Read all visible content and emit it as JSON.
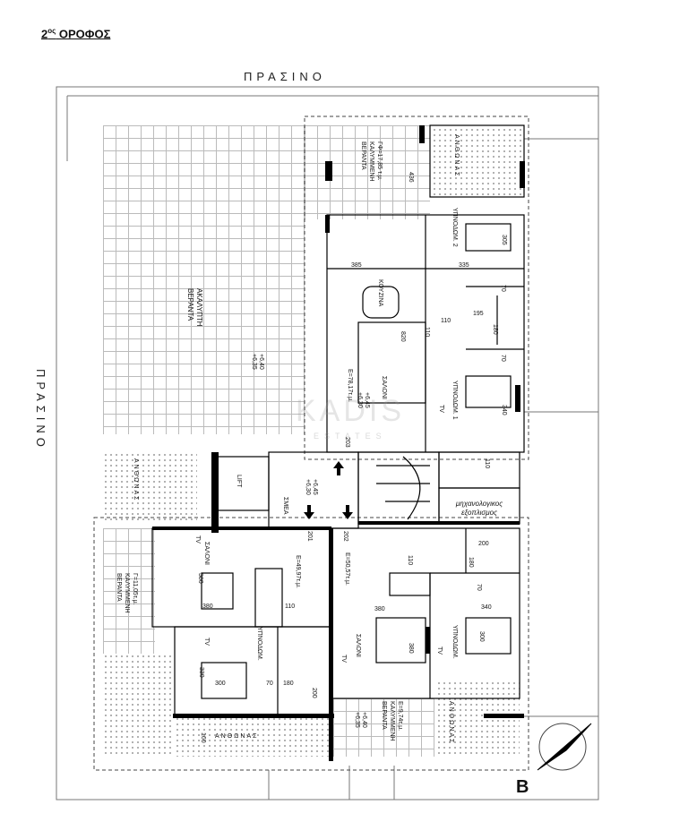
{
  "title": {
    "main": "2",
    "superscript": "ος",
    "rest": " ΟΡΟΦΟΣ"
  },
  "surroundings": {
    "top": "ΠΡΑΣΙΝΟ",
    "left": "ΠΡΑΣΙΝΟ",
    "north_marker": "B"
  },
  "watermark": {
    "brand": "KADIS",
    "sub": "ESTATES"
  },
  "common": {
    "uncovered_terrace": [
      "ΑΚΑΛΥΠΤΗ",
      "ΒΕΡΑΝΤΑ"
    ],
    "terrace_level": [
      "+6,40",
      "+6,35"
    ],
    "garden_left": "ΑΝΘΩΝΑΣ",
    "lift": "LIFT",
    "corridor_level": [
      "+6,45",
      "+6,30"
    ],
    "stretcher": "ΣΜΕΑ",
    "mechanical": [
      "μηχανολογικος",
      "εξοπλισμος"
    ],
    "door_201": "201",
    "door_202": "202",
    "door_203": "203"
  },
  "apt_203": {
    "covered_terrace": [
      "ΓΦ=17,85 τ.μ.",
      "ΚΑΛΥΜΜΕΝΗ",
      "ΒΕΡΑΝΤΑ"
    ],
    "dim_436": "436",
    "garden": "ΑΝΘΩΝΑΣ",
    "bedroom2": "ΥΠΝΟΔΩΜ. 2",
    "dim_305": "305",
    "dim_385": "385",
    "dim_335": "335",
    "kitchen": "ΚΟΥΖΙΝΑ",
    "dim_820": "820",
    "dim_110a": "110",
    "dim_110b": "110",
    "dim_195": "195",
    "dim_180": "180",
    "dim_70a": "70",
    "dim_70b": "70",
    "bedroom1": "ΥΠΝΟΔΩΜ. 1",
    "dim_340": "340",
    "living": "ΣΑΛΟΝΙ",
    "area": "Ε=78,17τ.μ.",
    "level": [
      "+6,45",
      "+6,30"
    ],
    "tv": "TV",
    "dim_110c": "110"
  },
  "apt_201": {
    "living": "ΣΑΛΟΝΙ",
    "dim_380v": "380",
    "tv": "TV",
    "area": "Ε=49,97τ.μ.",
    "dim_380h": "380",
    "dim_110": "110",
    "covered_terrace": [
      "Γ=11,05τ.μ.",
      "ΚΑΛΥΜΜΕΝΗ",
      "ΒΕΡΑΝΤΑ"
    ],
    "bedroom": "ΥΠΝΟΔΩΜ.",
    "dim_330": "330",
    "dim_300": "300",
    "dim_70": "70",
    "dim_180": "180",
    "dim_200": "200",
    "garden": "ΑΝΘΩΝΑΣ",
    "dim_160": "160"
  },
  "apt_202": {
    "area": "Ε=50,57τ.μ.",
    "dim_110": "110",
    "dim_200": "200",
    "dim_180": "180",
    "dim_70": "70",
    "dim_380h": "380",
    "dim_340": "340",
    "dim_380v": "380",
    "living": "ΣΑΛΟΝΙ",
    "tv": "TV",
    "bedroom": "ΥΠΝΟΔΩΜ.",
    "dim_300": "300",
    "terrace_level": [
      "+6,40",
      "+6,35"
    ],
    "covered_terrace": [
      "Ε=9,74τ.μ.",
      "ΚΑΛΥΜΜΕΝΗ",
      "ΒΕΡΑΝΤΑ"
    ],
    "garden": "ΑΝΘΩΝΑΣ"
  }
}
